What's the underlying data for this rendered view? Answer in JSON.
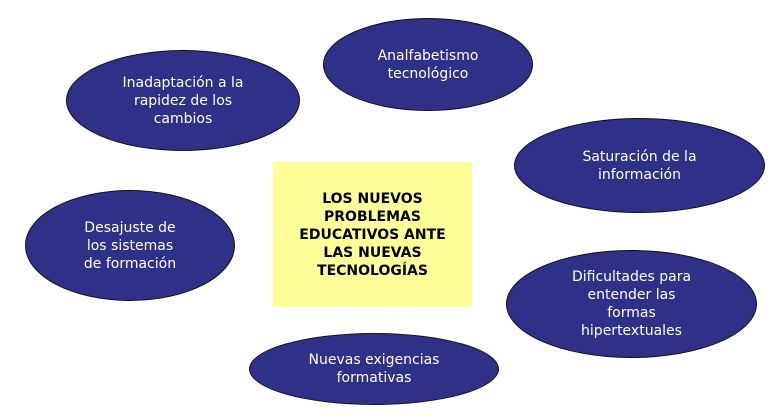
{
  "center": {
    "title": "LOS NUEVOS\nPROBLEMAS\nEDUCATIVOS ANTE\nLAS NUEVAS\nTECNOLOGÍAS"
  },
  "nodes": [
    {
      "label": "Inadaptación a la\nrapidez de los\ncambios"
    },
    {
      "label": "Analfabetismo\ntecnológico"
    },
    {
      "label": "Saturación de la\ninformación"
    },
    {
      "label": "Desajuste de\nlos sistemas\nde formación"
    },
    {
      "label": "Dificultades para\nentender las\nformas\nhipertextuales"
    },
    {
      "label": "Nuevas exigencias\nformativas"
    }
  ],
  "colors": {
    "node_fill": "#2f3088",
    "center_fill": "#ffff99"
  }
}
